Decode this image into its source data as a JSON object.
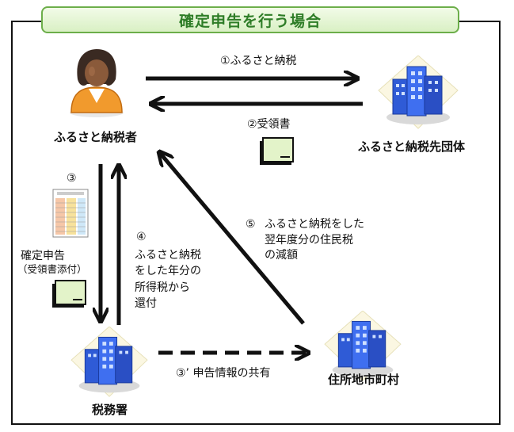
{
  "title": "確定申告を行う場合",
  "nodes": {
    "taxpayer": "ふるさと納税者",
    "municipality_donee": "ふるさと納税先団体",
    "tax_office": "税務署",
    "residence_city": "住所地市町村"
  },
  "edges": {
    "e1": "①ふるさと納税",
    "e2": "②受領書",
    "e3_num": "③",
    "e3_text": "確定申告",
    "e3_sub": "（受領書添付）",
    "e3p": "③’ 申告情報の共有",
    "e4_num": "④",
    "e4_text": "ふるさと納税\nをした年分の\n所得税から\n還付",
    "e5_num": "⑤",
    "e5_text": "ふるさと納税をした\n翌年度分の住民税\nの減額"
  },
  "colors": {
    "title_text": "#2e7d27",
    "title_border": "#6cae4a",
    "building_blue": "#2f5bd6",
    "person_orange": "#f19a2d",
    "receipt_green": "#e3f3c9"
  },
  "icons": {
    "person": "person-icon",
    "building": "building-icon",
    "receipt": "receipt-icon",
    "form": "tax-form-icon"
  }
}
